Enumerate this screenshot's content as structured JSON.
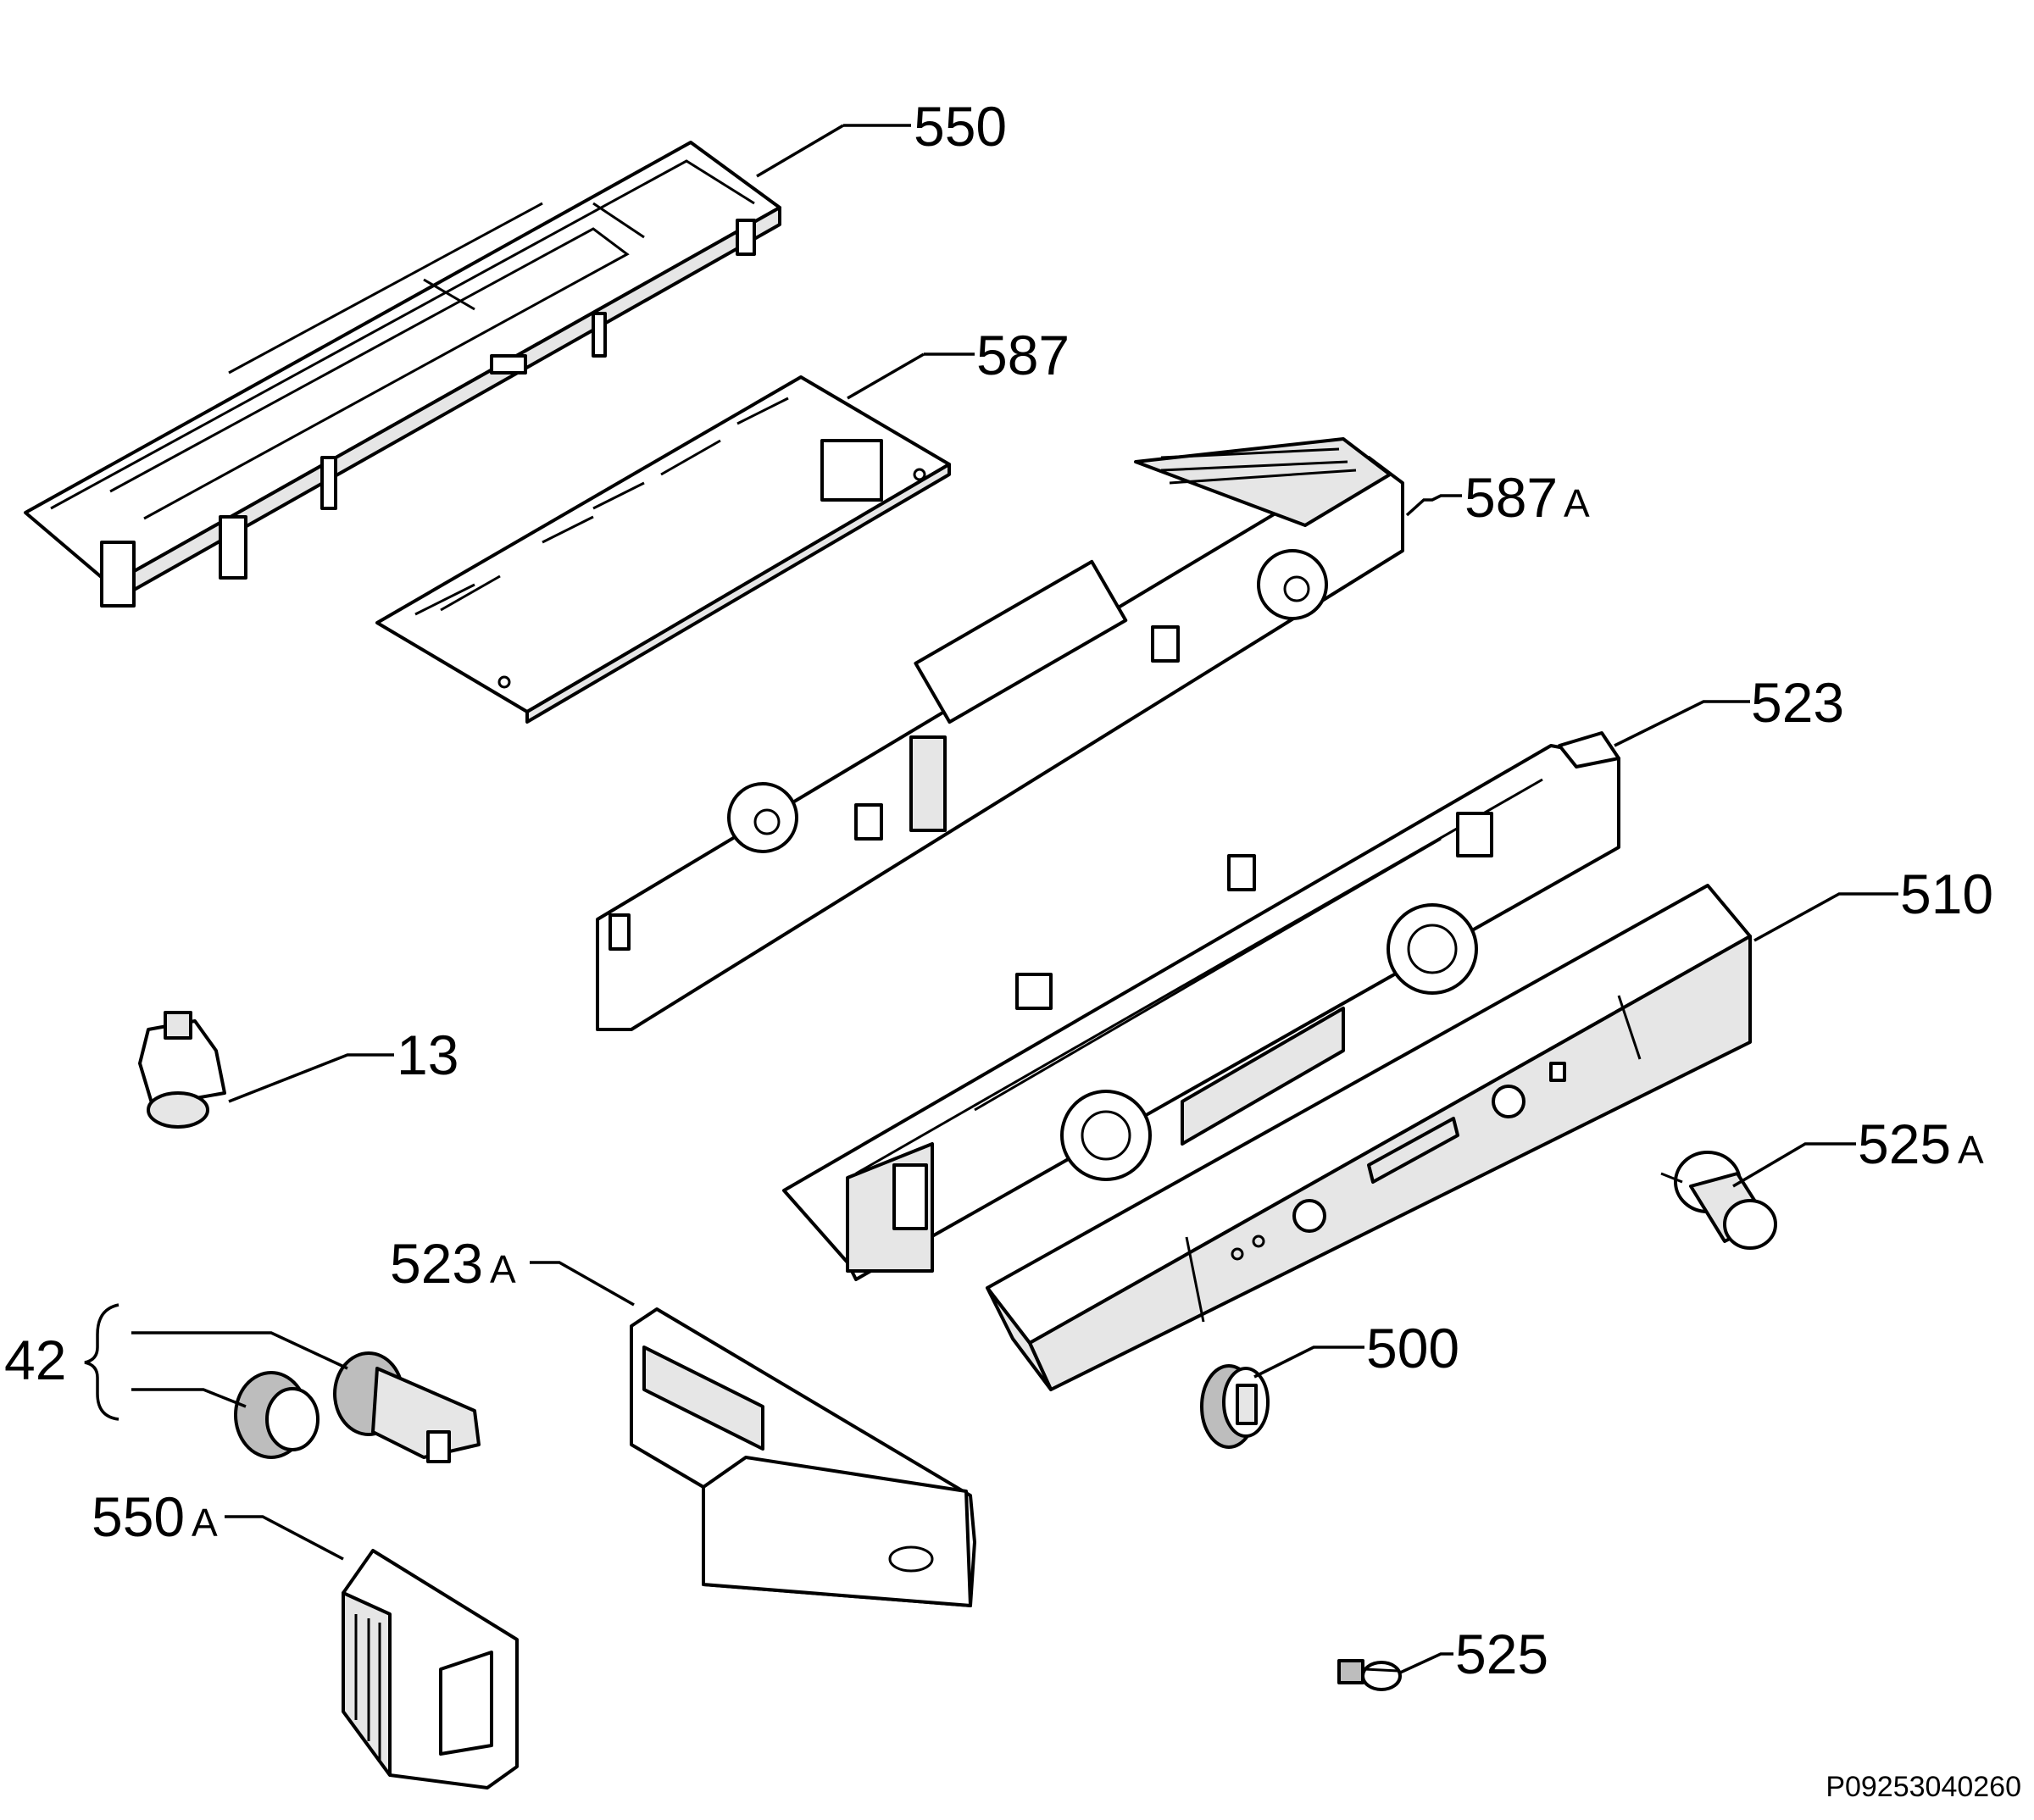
{
  "labels": {
    "p550": "550",
    "p587": "587",
    "p587A_num": "587",
    "p587A_suf": "A",
    "p523": "523",
    "p510": "510",
    "p13": "13",
    "p525A_num": "525",
    "p525A_suf": "A",
    "p523A_num": "523",
    "p523A_suf": "A",
    "p42": "42",
    "p500": "500",
    "p550A_num": "550",
    "p550A_suf": "A",
    "p525": "525"
  },
  "drawing_code": "P09253040260"
}
